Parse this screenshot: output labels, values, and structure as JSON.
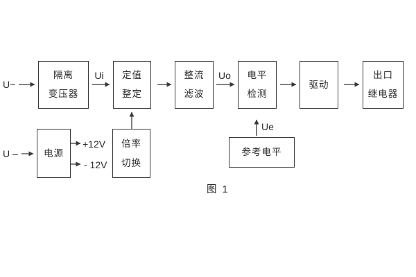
{
  "diagram": {
    "caption": "图 1",
    "labels": {
      "ac_input": "U~",
      "dc_input": "U –",
      "ui": "Ui",
      "uo": "Uo",
      "ue": "Ue",
      "pos_rail": "+12V",
      "neg_rail": "- 12V"
    },
    "blocks": {
      "isolation_transformer": {
        "line1": "隔离",
        "line2": "变压器"
      },
      "setpoint_adjust": {
        "line1": "定值",
        "line2": "整定"
      },
      "rectifier_filter": {
        "line1": "整流",
        "line2": "滤波"
      },
      "level_detect": {
        "line1": "电平",
        "line2": "检测"
      },
      "drive": {
        "line1": "驱动"
      },
      "output_relay": {
        "line1": "出口",
        "line2": "继电器"
      },
      "power_supply": {
        "line1": "电源"
      },
      "ratio_switch": {
        "line1": "倍率",
        "line2": "切换"
      },
      "reference_level": {
        "line1": "参考电平"
      }
    },
    "colors": {
      "line": "#3a3a3a",
      "text": "#2c2c2c",
      "background": "#ffffff"
    }
  }
}
